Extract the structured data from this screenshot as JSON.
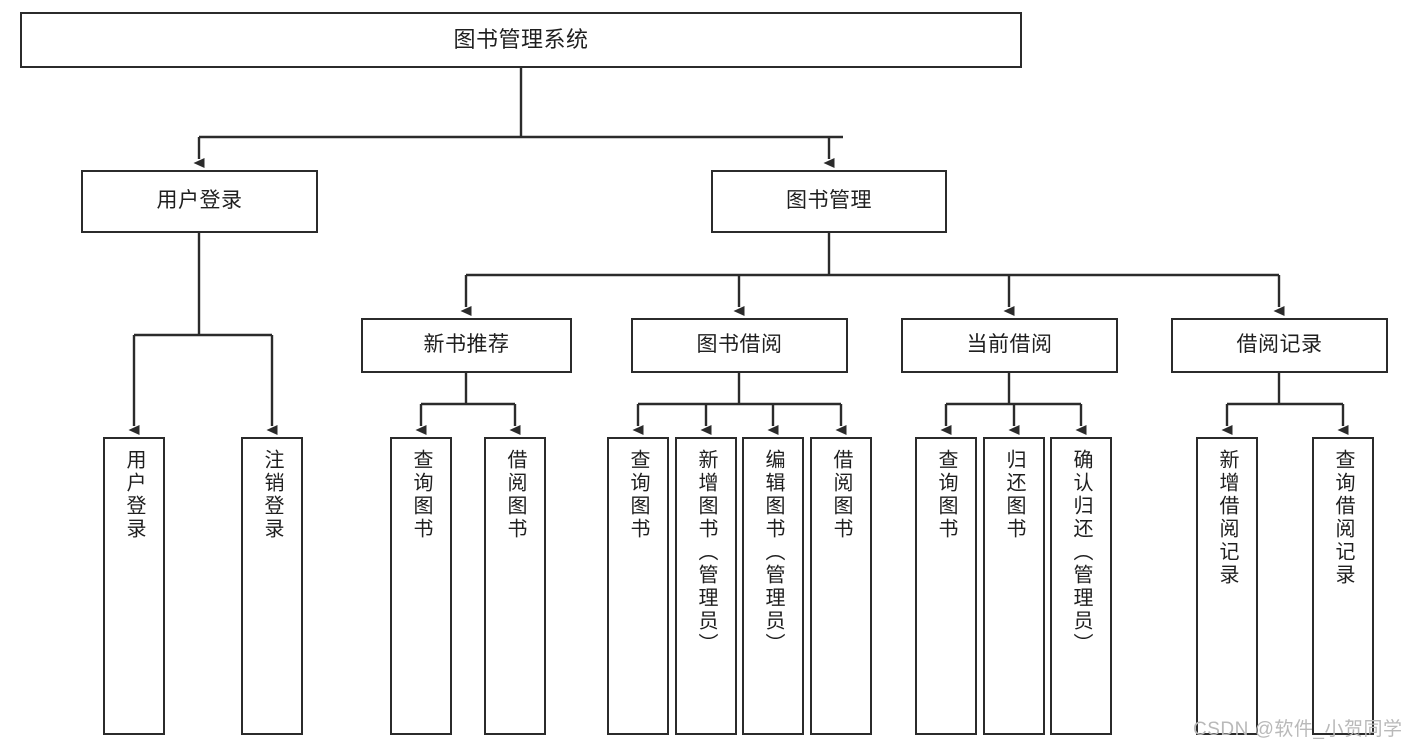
{
  "diagram": {
    "title": "图书管理系统",
    "type": "tree-hierarchy-diagram",
    "accent_color": "#2b2b2b",
    "background_color": "#ffffff",
    "watermark": "CSDN @软件_小贺同学",
    "nodes": {
      "root": {
        "label": "图书管理系统"
      },
      "level1": [
        {
          "label": "用户登录"
        },
        {
          "label": "图书管理"
        }
      ],
      "level2": [
        {
          "label": "新书推荐"
        },
        {
          "label": "图书借阅"
        },
        {
          "label": "当前借阅"
        },
        {
          "label": "借阅记录"
        }
      ],
      "leaves": {
        "user_login": [
          {
            "label": "用户登录"
          },
          {
            "label": "注销登录"
          }
        ],
        "new_book_recommend": [
          {
            "label": "查询图书"
          },
          {
            "label": "借阅图书"
          }
        ],
        "book_borrow": [
          {
            "label": "查询图书"
          },
          {
            "label": "新增图书（管理员）"
          },
          {
            "label": "编辑图书（管理员）"
          },
          {
            "label": "借阅图书"
          }
        ],
        "current_borrow": [
          {
            "label": "查询图书"
          },
          {
            "label": "归还图书"
          },
          {
            "label": "确认归还（管理员）"
          }
        ],
        "borrow_record": [
          {
            "label": "新增借阅记录"
          },
          {
            "label": "查询借阅记录"
          }
        ]
      }
    }
  }
}
